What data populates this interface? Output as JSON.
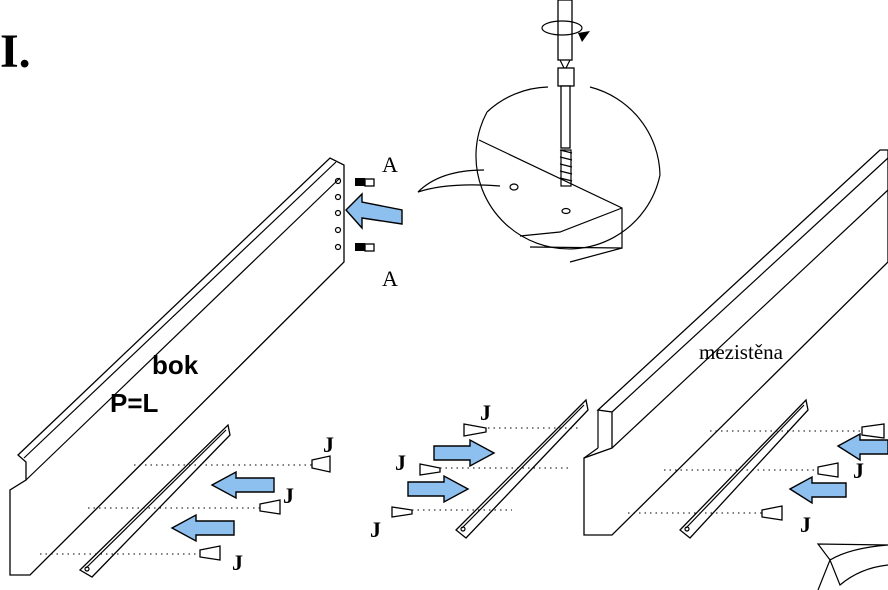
{
  "step_label": "I.",
  "part_labels": {
    "side_name": "bok",
    "side_variant": "P=L",
    "divider_name": "mezistěna",
    "dowel_top": "A",
    "dowel_bottom": "A"
  },
  "screw_labels": {
    "left_1": "J",
    "left_2": "J",
    "left_3": "J",
    "mid_1": "J",
    "mid_2": "J",
    "mid_3": "J",
    "right_1": "J",
    "right_2": "J"
  },
  "colors": {
    "arrow_fill": "#8ec0ef",
    "outline": "#000000",
    "background": "#ffffff"
  },
  "icons": [
    "screwdriver-icon",
    "rotation-arrow-icon",
    "insert-arrow-icon",
    "screw-icon",
    "dowel-icon",
    "turn-arrow-icon"
  ]
}
